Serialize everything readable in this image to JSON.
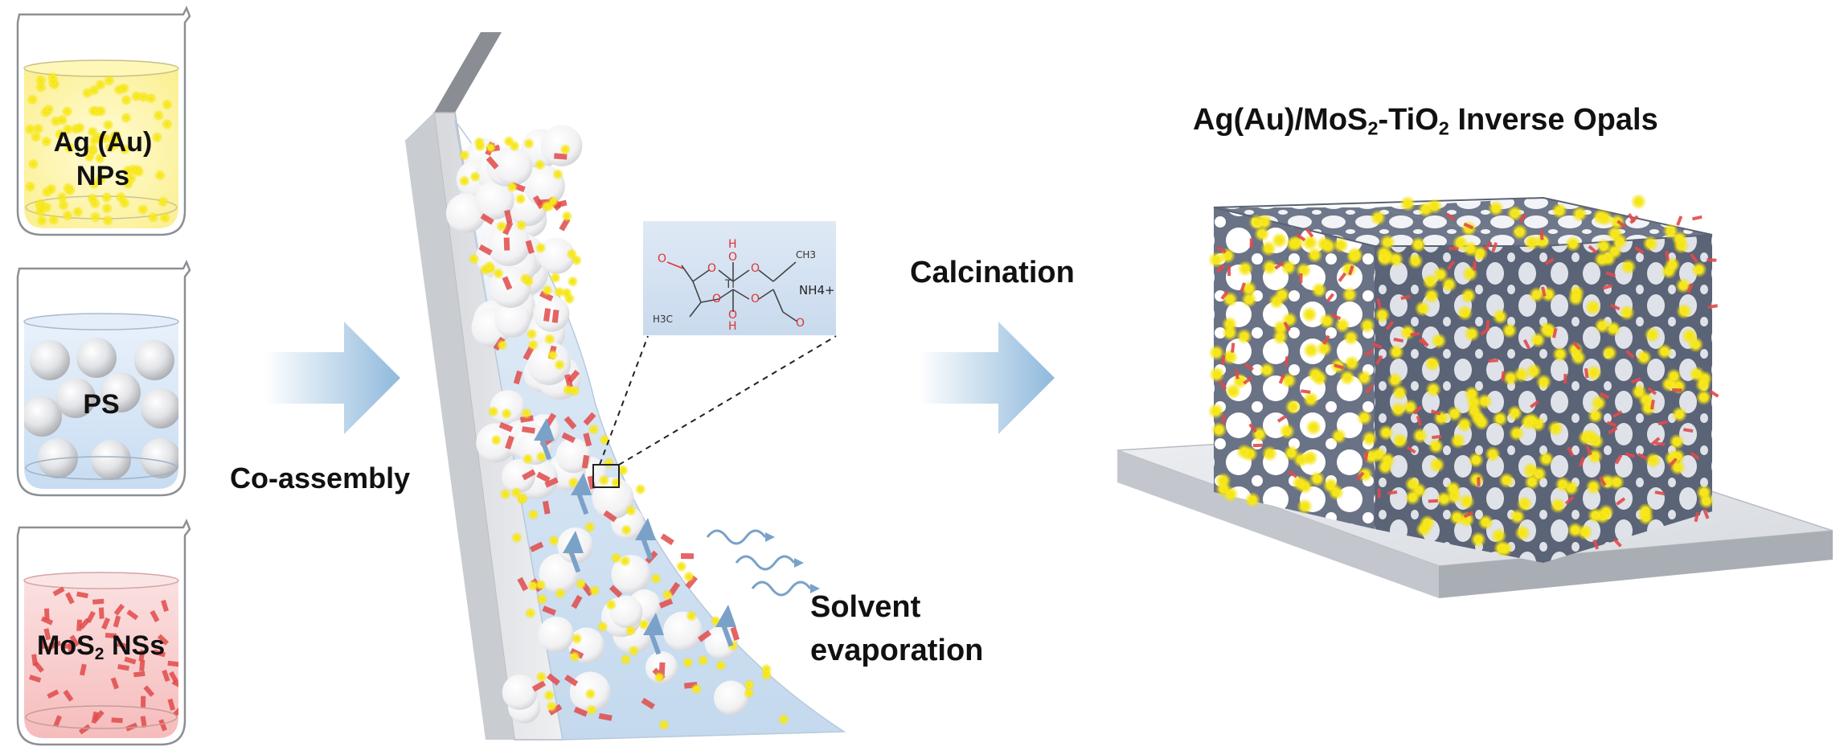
{
  "beakers": {
    "np_line1": "Ag (Au)",
    "np_line2": "NPs",
    "ps": "PS",
    "mos2_pre": "MoS",
    "mos2_sub": "2",
    "mos2_post": " NSs"
  },
  "steps": {
    "co_assembly": "Co-assembly",
    "calcination": "Calcination",
    "solvent_line1": "Solvent",
    "solvent_line2": "evaporation"
  },
  "molecule": {
    "o": "O",
    "ho": "HO",
    "oh": "OH",
    "h": "H",
    "ti": "Ti",
    "ch3": "CH3",
    "h3c": "H3C",
    "nh4": "NH4+"
  },
  "product": {
    "title_a": "Ag(Au)/MoS",
    "title_sub1": "2",
    "title_b": "-TiO",
    "title_sub2": "2",
    "title_c": " Inverse Opals"
  },
  "colors": {
    "yellow_np": "#f5e51a",
    "flake_red": "#e04a4a",
    "frame_gray": "#70788a",
    "arrow_blue": "#9cc2e0"
  }
}
